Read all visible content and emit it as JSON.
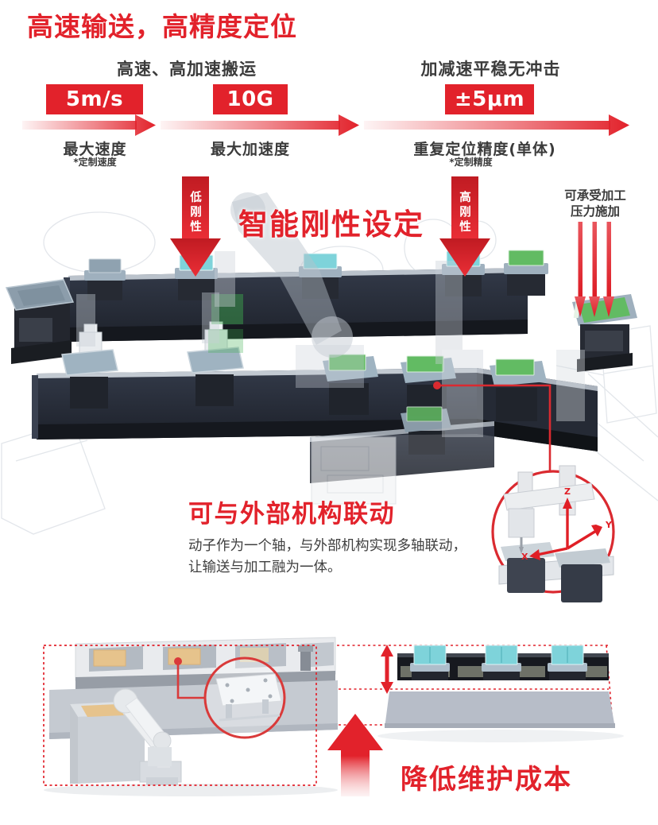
{
  "colors": {
    "accent_red": "#e2222b",
    "callout_red": "#d93a3a",
    "dark_text": "#3b3b3b",
    "teal_pad": "#7ed3da",
    "green_pad": "#62bb63",
    "rail_navy": "#2c3240",
    "carriage_gray": "#9fb2c0",
    "base_gray": "#b9bfc9",
    "pallet_tan": "#e6c38c"
  },
  "header": {
    "title": "高速输送，高精度定位"
  },
  "specs": {
    "groups": [
      {
        "label": "高速、高加速搬运"
      },
      {
        "label": "加减速平稳无冲击"
      }
    ],
    "items": [
      {
        "value": "5m/s",
        "label": "最大速度",
        "note": "*定制速度"
      },
      {
        "value": "10G",
        "label": "最大加速度",
        "note": ""
      },
      {
        "value": "±5μm",
        "label": "重复定位精度(单体)",
        "note": "*定制精度"
      }
    ]
  },
  "stiffness": {
    "heading": "智能刚性设定",
    "low_label": "低刚性",
    "high_label": "高刚性",
    "pressure_line1": "可承受加工",
    "pressure_line2": "压力施加"
  },
  "linkage": {
    "heading": "可与外部机构联动",
    "body_line1": "动子作为一个轴，与外部机构实现多轴联动，",
    "body_line2": "让输送与加工融为一体。",
    "axes": {
      "x": "X",
      "y": "Y",
      "z": "Z"
    }
  },
  "maintenance": {
    "heading": "降低维护成本"
  }
}
